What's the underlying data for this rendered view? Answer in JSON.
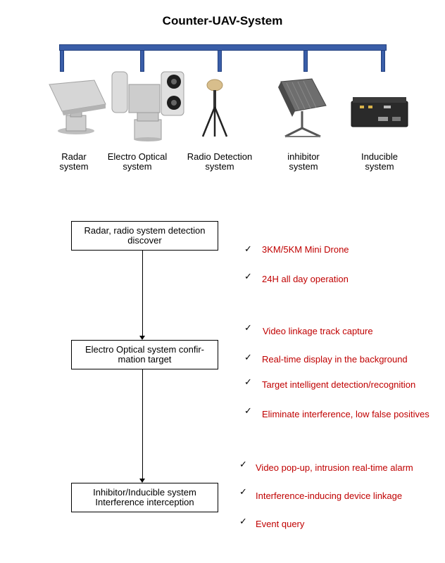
{
  "title": "Counter-UAV-System",
  "equipment": [
    {
      "label_line1": "Radar",
      "label_line2": "system",
      "icon": "radar-icon"
    },
    {
      "label_line1": "Electro Optical",
      "label_line2": "system",
      "icon": "camera-turret-icon"
    },
    {
      "label_line1": "Radio Detection",
      "label_line2": "system",
      "icon": "tripod-antenna-icon"
    },
    {
      "label_line1": "inhibitor",
      "label_line2": "system",
      "icon": "jammer-panel-icon"
    },
    {
      "label_line1": "Inducible",
      "label_line2": "system",
      "icon": "spoofer-box-icon"
    }
  ],
  "flow": [
    {
      "line1": "Radar, radio system detection",
      "line2": "discover"
    },
    {
      "line1": "Electro Optical system confir-",
      "line2": "mation target"
    },
    {
      "line1": "Inhibitor/Inducible system",
      "line2": "Interference interception"
    }
  ],
  "check_mark": "✓",
  "features": [
    "3KM/5KM Mini Drone",
    "24H all day operation",
    "Video linkage track capture",
    "Real-time display in the background",
    "Target intelligent detection/recognition",
    "Eliminate interference, low false positives",
    "Video pop-up, intrusion real-time alarm",
    "Interference-inducing device linkage",
    "Event query"
  ],
  "colors": {
    "bar": "#3a5ea8",
    "feature_text": "#c00000"
  }
}
